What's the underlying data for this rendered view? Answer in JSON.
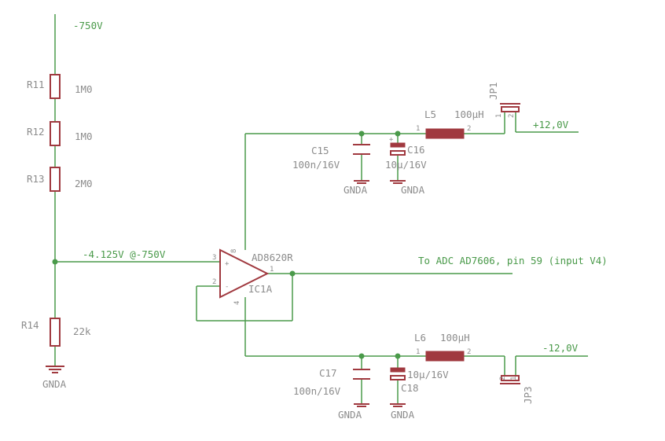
{
  "nets": {
    "hv_input": "-750V",
    "divider_tap": "-4.125V @-750V",
    "adc_out": "To ADC AD7606, pin 59 (input V4)",
    "pos_supply": "+12,0V",
    "neg_supply": "-12,0V"
  },
  "resistors": [
    {
      "ref": "R11",
      "value": "1M0"
    },
    {
      "ref": "R12",
      "value": "1M0"
    },
    {
      "ref": "R13",
      "value": "2M0"
    },
    {
      "ref": "R14",
      "value": "22k"
    }
  ],
  "opamp": {
    "ref": "IC1A",
    "part": "AD8620R",
    "pin_in_pos": "3",
    "pin_in_neg": "2",
    "pin_out": "1",
    "pin_vpos": "8",
    "pin_vneg": "4",
    "sign_pos": "+",
    "sign_neg": "-"
  },
  "capacitors": [
    {
      "ref": "C15",
      "value": "100n/16V"
    },
    {
      "ref": "C16",
      "value": "10µ/16V"
    },
    {
      "ref": "C17",
      "value": "100n/16V"
    },
    {
      "ref": "C18",
      "value": "10µ/16V"
    }
  ],
  "inductors": [
    {
      "ref": "L5",
      "value": "100µH",
      "pin1": "1",
      "pin2": "2"
    },
    {
      "ref": "L6",
      "value": "100µH",
      "pin1": "1",
      "pin2": "2"
    }
  ],
  "jumpers": [
    {
      "ref": "JP1",
      "pin1": "1",
      "pin2": "2"
    },
    {
      "ref": "JP3",
      "pin1": "2",
      "pin2": "1"
    }
  ],
  "grounds": [
    "GNDA",
    "GNDA",
    "GNDA",
    "GNDA",
    "GNDA"
  ],
  "polarity_mark": "+",
  "colors": {
    "wire": "#4a9a4a",
    "part": "#a0393f",
    "label": "#8c8c8c"
  }
}
